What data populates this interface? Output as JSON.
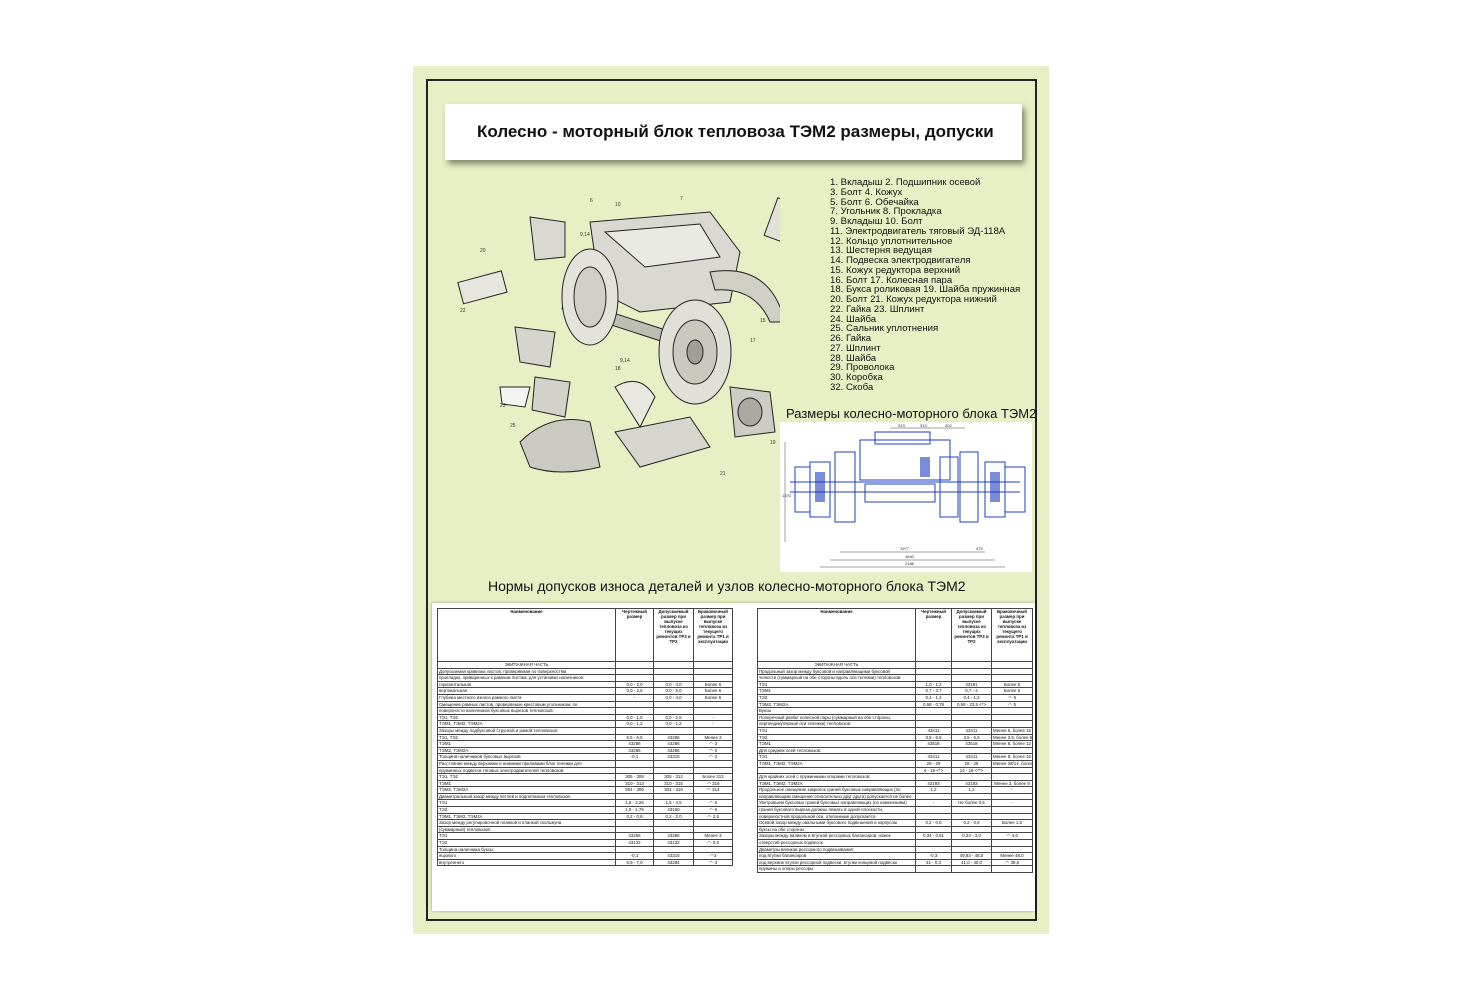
{
  "title": "Колесно - моторный блок тепловоза ТЭМ2 размеры, допуски",
  "legend": [
    "1. Вкладыш     2. Подшипник осевой",
    "3. Болт             4. Кожух",
    "5. Болт             6. Обечайка",
    "7. Угольник      8. Прокладка",
    "9. Вкладыш    10. Болт",
    "11. Электродвигатель тяговый ЭД-118А",
    "12. Кольцо уплотнительное",
    "13. Шестерня ведущая",
    "14. Подвеска электродвигателя",
    "15. Кожух редуктора верхний",
    "16. Болт               17. Колесная пара",
    "18. Букса роликовая      19. Шайба пружинная",
    "20. Болт              21. Кожух редуктора нижний",
    "22. Гайка             23. Шплинт",
    "24. Шайба",
    "25. Сальник уплотнения",
    "26. Гайка",
    "27. Шплинт",
    "28. Шайба",
    "29. Проволока",
    "30. Коробка",
    "32. Скоба"
  ],
  "diagram_title": "Размеры колесно-моторного блока ТЭМ2",
  "diagram_dims": [
    "313",
    "313",
    "202",
    "1977",
    "1640",
    "2186",
    "475",
    "1370"
  ],
  "norms_title": "Нормы допусков износа деталей и узлов колесно-моторного блока ТЭМ2",
  "table_headers": {
    "name": "Наименование",
    "drawing": "Чертежный размер",
    "allowed": "Допускаемый размер при выпуске тепловоза из текущих ремонтов ТР3 и ТР2",
    "reject": "Браковочный размер при выпуске тепловоза из текущего ремонта ТР1 и эксплуатации"
  },
  "table_left": [
    [
      "ЭКИПАЖНАЯ ЧАСТЬ",
      "",
      "",
      ""
    ],
    [
      "Допускаемая кривизна листов, проверяемая по поверхностям",
      "",
      "",
      ""
    ],
    [
      "прокладок, приваренных к рамным листам, для установки наличников:",
      "",
      "",
      ""
    ],
    [
      "горизонтальная",
      "0,0 - 2,0",
      "0,0 - 4,0",
      "Более 6"
    ],
    [
      "вертикальная",
      "0,0 - 2,5",
      "0,0 - 5,0",
      "Более 6"
    ],
    [
      "Глубина местного износа рамного листа",
      "-",
      "0,0 - 4,0",
      "Более 5"
    ],
    [
      "Смещение рамных листов, проверяемое крестовым угольником, по",
      "",
      "",
      ""
    ],
    [
      "поверхности наличников буксовых вырезов тепловозов:",
      "",
      "",
      ""
    ],
    [
      "ТЭ1, ТЭ2",
      "0,0 - 1,0",
      "0,0 - 2,5",
      "-"
    ],
    [
      "ТЭМ1, ТЭМ2, ТЭМ2А",
      "0,0 - 1,2",
      "0,0 - 1,2",
      "-"
    ],
    [
      "Зазоры между подбуксовой стрункой и рамой тепловозов:",
      "",
      "",
      ""
    ],
    [
      "ТЭ1, ТЭ2",
      "5,5 - 6,5",
      "43286",
      "Менее 3"
    ],
    [
      "ТЭМ1",
      "43286",
      "43286",
      "-\"- 3"
    ],
    [
      "ТЭМ2, ТЭМ2А",
      "43286",
      "43286",
      "-\"- 3"
    ],
    [
      "Толщина наличников буксовых вырезов",
      "-0,1",
      "43315",
      "-\"- 3"
    ],
    [
      "Расстояние между верхними и нижними приливами блок тележки для",
      "",
      "",
      ""
    ],
    [
      "пружинных подвесок тяговых электродвигателей тепловозов:",
      "",
      "",
      ""
    ],
    [
      "ТЭ1, ТЭ2",
      "305 - 308",
      "305 - 312",
      "Более 313"
    ],
    [
      "ТЭМ1",
      "310 - 313",
      "310 - 315",
      "-\"- 316"
    ],
    [
      "ТЭМ2, ТЭМ2А",
      "304 - 306",
      "304 - 310",
      "-\"- 314"
    ],
    [
      "Диаметральный зазор между петлей и подпятником тепловозов:",
      "",
      "",
      ""
    ],
    [
      "ТЭ1",
      "1,5 - 2,26",
      "1,5 - 4,5",
      "-\"- 6"
    ],
    [
      "ТЭ2",
      "1,0 - 1,76",
      "43160",
      "-\"- 6"
    ],
    [
      "ТЭМ1, ТЭМ2, ТЭМ2А",
      "0,2 - 0,8",
      "0,2 - 2,0",
      "-\"- 2,5"
    ],
    [
      "Зазор между регулировочной планкой и планкой скольжуна",
      "",
      "",
      ""
    ],
    [
      "(суммарный) тепловозов:",
      "",
      "",
      ""
    ],
    [
      "ТЭ1",
      "43256",
      "43286",
      "Менее 3"
    ],
    [
      "ТЭ2",
      "43132",
      "43132",
      "-\"- 0,5"
    ],
    [
      "Толщина наличника буксы:",
      "",
      "",
      ""
    ],
    [
      "ящового",
      "-0,1",
      "43315",
      "-\"-3"
    ],
    [
      "внутреннего",
      "6,9 - 7,0",
      "43284",
      "-\"- 3"
    ]
  ],
  "table_right": [
    [
      "ЭКИПАЖНАЯ ЧАСТЬ",
      "",
      "",
      ""
    ],
    [
      "Продольный зазор между буксовой и направляющими буксовой",
      "",
      "",
      ""
    ],
    [
      "челюсти (суммарный на обе стороны вдоль оси тележки) тепловозов:",
      "",
      "",
      ""
    ],
    [
      "ТЭ1",
      "1,0 - 1,2",
      "43191",
      "Более 6"
    ],
    [
      "ТЭМ1",
      "0,7 - 3,7",
      "0,7 - 4",
      "Более 6"
    ],
    [
      "ТЭ2",
      "0,4 - 1,2",
      "0,4 - 1,2",
      "-\"- 5"
    ],
    [
      "ТЭМ2, ТЭМ2А",
      "0,58 - 0,78",
      "0,58 - 23,5 <*>",
      "-\"- 5"
    ],
    [
      "Буксы",
      "",
      "",
      ""
    ],
    [
      "Поперечный разбег колесной пары (суммарный на обе стороны,",
      "",
      "",
      ""
    ],
    [
      "перпендикулярный оси тележки) тепловозов:",
      "",
      "",
      ""
    ],
    [
      "ТЭ1",
      "43411",
      "43411",
      "Менее 6, более 15"
    ],
    [
      "ТЭ2",
      "3,5 - 6,5",
      "3,5 - 6,5",
      "Менее 3,5, более 6"
    ],
    [
      "ТЭМ1",
      "43518",
      "43518",
      "Менее 8, более 12"
    ],
    [
      "Для средних осей тепловозов:",
      "",
      "",
      ""
    ],
    [
      "ТЭ1",
      "43411",
      "43411",
      "Менее 8, более 15"
    ],
    [
      "ТЭМ1, ТЭМ2, ТЭМ2А",
      "28 - 29",
      "28 - 29",
      "Менее 28/14, более 32/28"
    ],
    [
      "",
      "4 - 16 <*>",
      "14 - 16 <**>",
      ""
    ],
    [
      "Для крайних осей с пружинными опорами тепловозов:",
      "",
      "",
      ""
    ],
    [
      "ТЭМ1, ТЭМ2, ТЭМ2А",
      "43193",
      "43193",
      "Менее 3, более 8"
    ],
    [
      "Продольное смещение закрилок граней буксовых направляющих (по",
      "1,2",
      "1,2",
      "-"
    ],
    [
      "направляющим смещение относительно друг друга) допускается не более",
      "",
      "",
      ""
    ],
    [
      "Уветровыем буксовых граней буксовых направляющих (по изменениям)",
      "-",
      "Не более 0,5",
      "-"
    ],
    [
      "граней буксового выреза должны лежать в одной плоскости,",
      "",
      "",
      ""
    ],
    [
      "поверхностной продольной оси, отклонение допускается",
      "",
      "",
      ""
    ],
    [
      "Осевой зазор между овальными буксового подвешения и корпусом",
      "0,2 - 0,6",
      "0,2 - 0,6",
      "Более 1,5"
    ],
    [
      "буксы на обе стороны",
      "",
      "",
      ""
    ],
    [
      "Зазоры между валиком и втулкой рессорных балансиров, ножек",
      "0,34 - 0,51",
      "0,34 - 3,0",
      "-\"- 4,0"
    ],
    [
      "отверстий рессорных подвесок",
      "",
      "",
      ""
    ],
    [
      "Диаметры валиков рессорного подвешивания:",
      "",
      "",
      ""
    ],
    [
      "под втулки балансиров",
      "-0,3",
      "49,83 - 48,5",
      "Менее 48,0"
    ],
    [
      "под верхние втулки рессорной подвески, втулки концевой подвески",
      "41 - 0,3",
      "41,0 - 40,0",
      "-\"- 39,5"
    ],
    [
      "пружины и опоры рессоры",
      "",
      "",
      ""
    ]
  ]
}
